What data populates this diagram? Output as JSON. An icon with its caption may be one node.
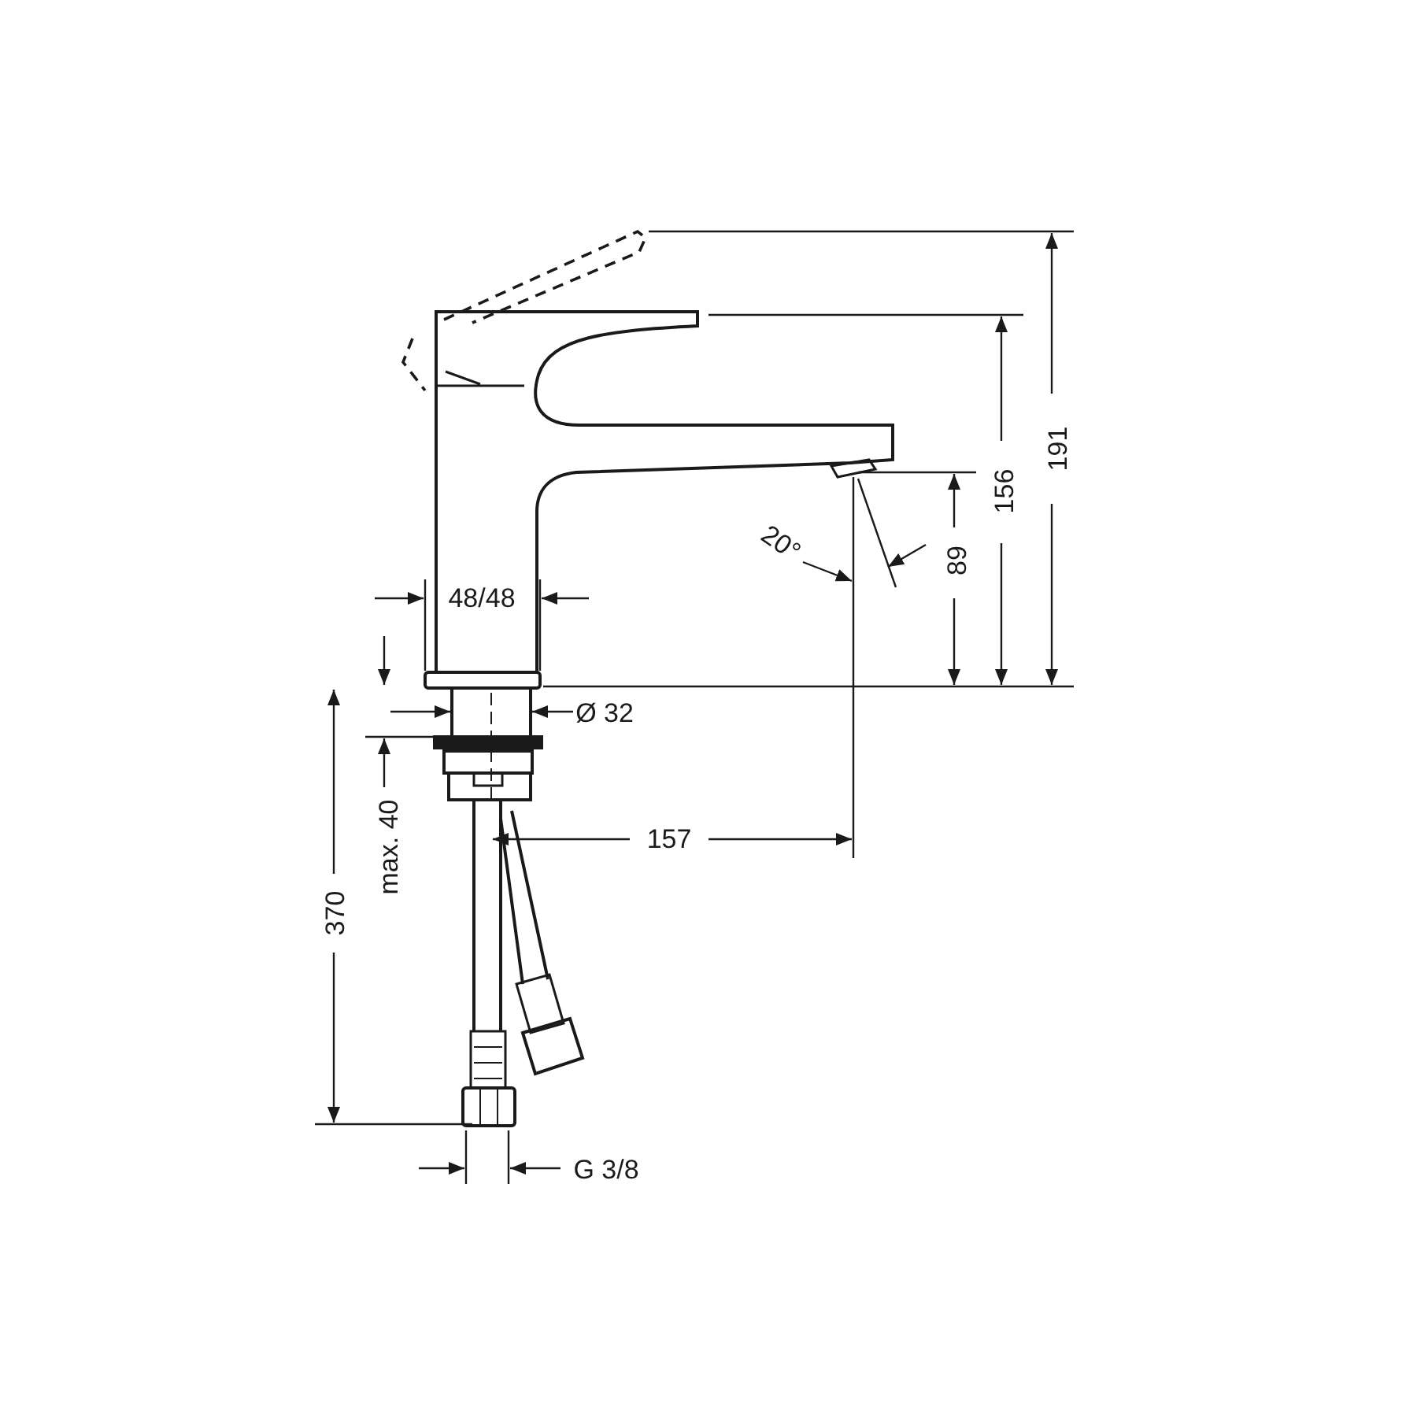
{
  "diagram": {
    "labels": [
      "191",
      "156",
      "20°",
      "48/48",
      "89",
      "Ø 32",
      "max. 40",
      "157",
      "370",
      "G 3/8"
    ]
  }
}
